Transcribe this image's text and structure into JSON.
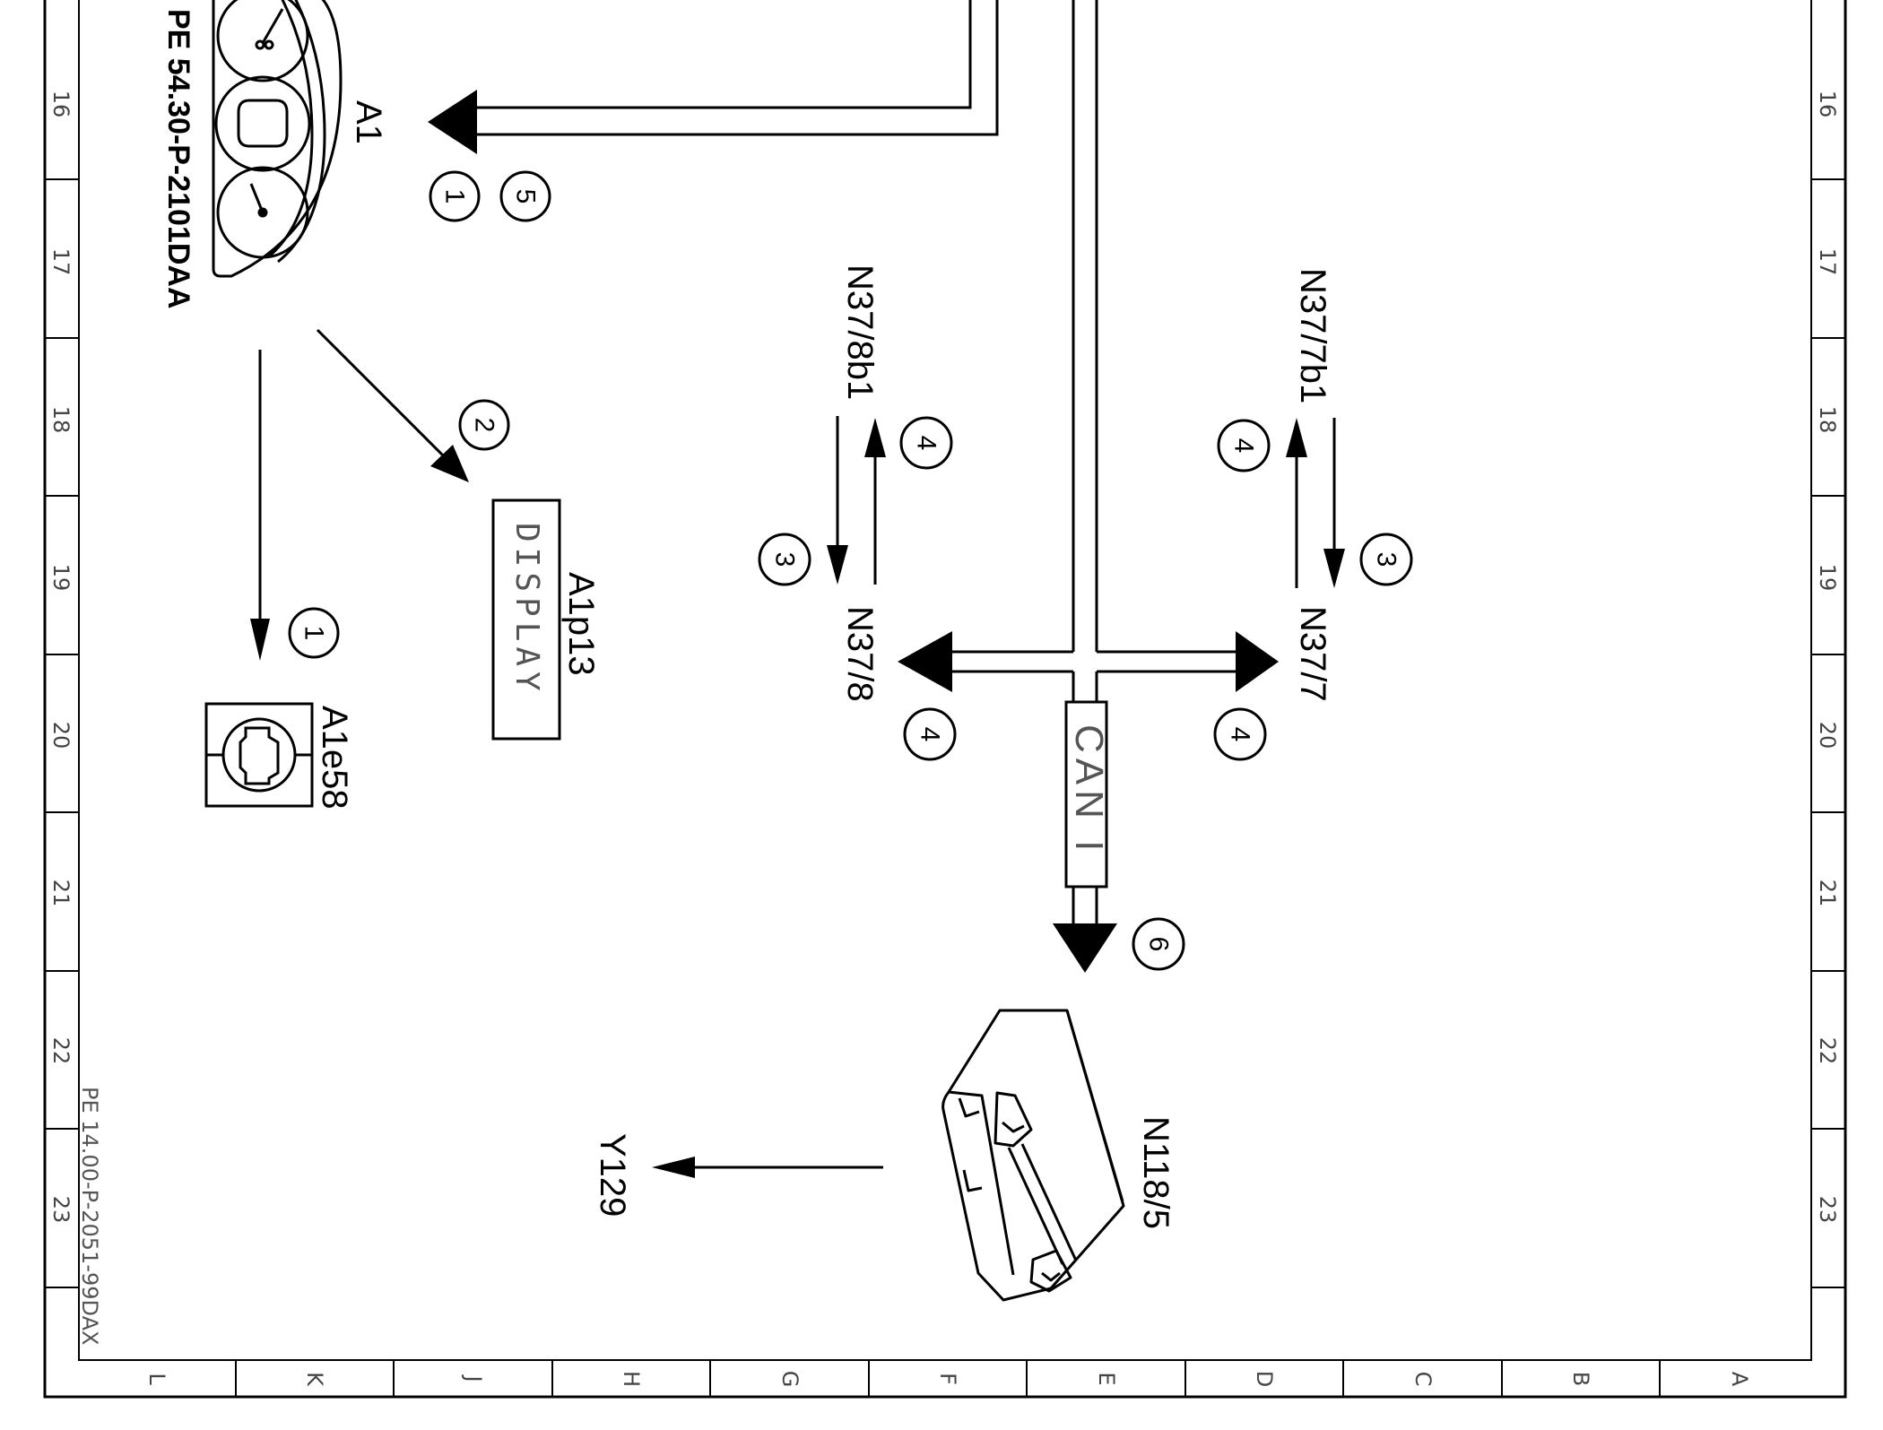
{
  "row_numbers": [
    "16",
    "17",
    "18",
    "19",
    "20",
    "21",
    "22",
    "23"
  ],
  "column_letters": [
    "L",
    "K",
    "J",
    "H",
    "G",
    "F",
    "E",
    "D",
    "C",
    "B",
    "A"
  ],
  "components": {
    "instrument_cluster": {
      "label": "A1",
      "reference": "PE 54.30-P-2101DAA"
    },
    "display": {
      "label": "A1p13",
      "text": "DISPLAY"
    },
    "indicator_lamp": {
      "label": "A1e58"
    },
    "sensor_right": {
      "label": "N37/8b1"
    },
    "sensor_left": {
      "label": "N37/7b1"
    },
    "nox_right": {
      "label": "N37/8"
    },
    "nox_left": {
      "label": "N37/7"
    },
    "can_bus": {
      "label": "CAN I"
    },
    "control_unit": {
      "label": "N118/5"
    },
    "valve": {
      "label": "Y129"
    }
  },
  "callouts": {
    "a1_first": "1",
    "a1_second": "5",
    "display_arrow": "2",
    "lamp_arrow": "1",
    "n378b1_up": "4",
    "n378b1_down": "3",
    "n377b1_up": "4",
    "n377b1_down": "3",
    "n378_arrow": "4",
    "n377_arrow": "4",
    "can_arrow": "6"
  },
  "document_reference": "PE 14.00-P-2051-99DAX"
}
